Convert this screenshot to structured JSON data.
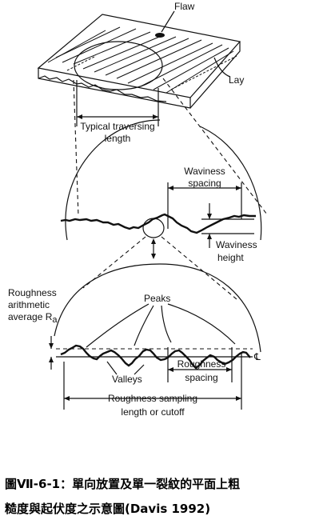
{
  "labels": {
    "flaw": "Flaw",
    "lay": "Lay",
    "traversing_1": "Typical traversing",
    "traversing_2": "length",
    "waviness_spacing_1": "Waviness",
    "waviness_spacing_2": "spacing",
    "waviness_height_1": "Waviness",
    "waviness_height_2": "height",
    "roughness_avg_1": "Roughness",
    "roughness_avg_2": "arithmetic",
    "roughness_avg_3": "average R",
    "roughness_avg_sub": "a",
    "peaks": "Peaks",
    "valleys": "Valleys",
    "roughness_spacing_1": "Roughness",
    "roughness_spacing_2": "spacing",
    "centerline": "℄",
    "sampling_1": "Roughness sampling",
    "sampling_2": "length or cutoff"
  },
  "caption": {
    "line1": "圖Ⅶ-6-1：單向放置及單一裂紋的平面上粗",
    "line2": "糙度與起伏度之示意圖(Davis 1992)"
  }
}
